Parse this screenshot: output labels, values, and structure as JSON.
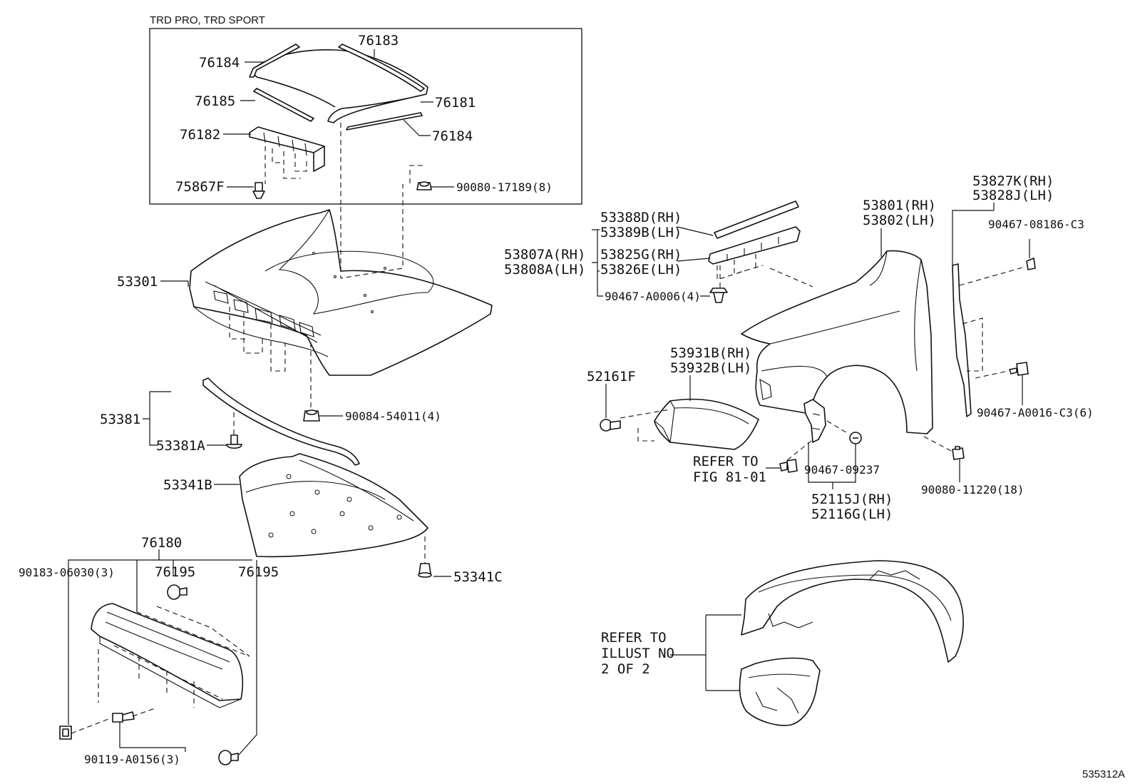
{
  "section_title": "TRD PRO, TRD SPORT",
  "illustration_id": "535312A",
  "callouts": {
    "p76183": "76183",
    "p76184a": "76184",
    "p76185": "76185",
    "p76181": "76181",
    "p76182": "76182",
    "p76184b": "76184",
    "p75867F": "75867F",
    "p90080_17189": "90080-17189(8)",
    "p53301": "53301",
    "p53381": "53381",
    "p53381A": "53381A",
    "p90084_54011": "90084-54011(4)",
    "p53341B": "53341B",
    "p53341C": "53341C",
    "p76180": "76180",
    "p90183_06030": "90183-06030(3)",
    "p76195a": "76195",
    "p76195b": "76195",
    "p90119_A0156": "90119-A0156(3)",
    "p53388D": "53388D(RH)",
    "p53389B": "53389B(LH)",
    "p53807A": "53807A(RH)",
    "p53808A": "53808A(LH)",
    "p53825G": "53825G(RH)",
    "p53826E": "53826E(LH)",
    "p90467_A0006": "90467-A0006(4)",
    "p53801": "53801(RH)",
    "p53802": "53802(LH)",
    "p53827K": "53827K(RH)",
    "p53828J": "53828J(LH)",
    "p90467_08186": "90467-08186-C3",
    "p53931B": "53931B(RH)",
    "p53932B": "53932B(LH)",
    "p52161F": "52161F",
    "p90467_A0016": "90467-A0016-C3(6)",
    "p90467_09237": "90467-09237",
    "p90080_11220": "90080-11220(18)",
    "p52115J": "52115J(RH)",
    "p52116G": "52116G(LH)"
  },
  "references": {
    "fig_line1": "REFER TO",
    "fig_line2": "FIG 81-01",
    "illust_line1": "REFER TO",
    "illust_line2": "ILLUST NO",
    "illust_line3": "2 OF 2"
  }
}
